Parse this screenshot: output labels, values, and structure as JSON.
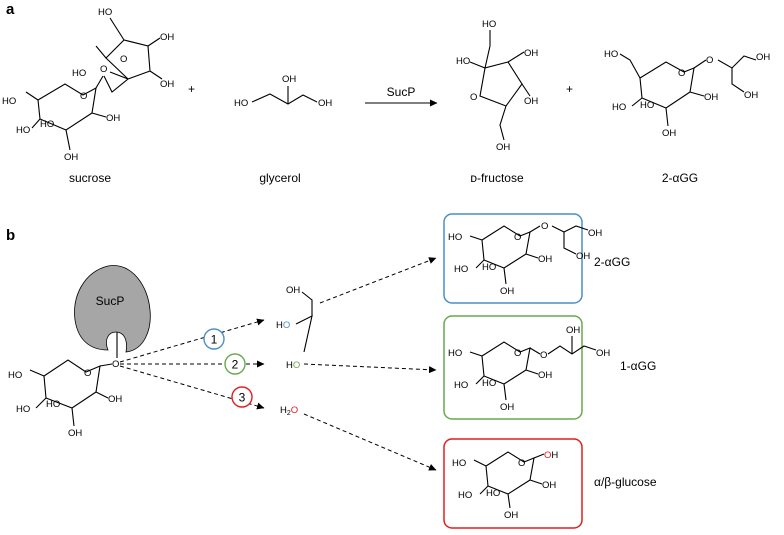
{
  "colors": {
    "blue": "#4a8fc9",
    "green": "#6aa84f",
    "red": "#e01e1e",
    "enzyme_fill": "#a6a6a6"
  },
  "panel_a": {
    "letter": "a",
    "plus": "+",
    "enzyme_label": "SucP",
    "compounds": {
      "sucrose": "sucrose",
      "glycerol": "glycerol",
      "fructose": "ᴅ-fructose",
      "product": "2-αGG"
    }
  },
  "panel_b": {
    "letter": "b",
    "enzyme_label": "SucP",
    "routes": [
      "1",
      "2",
      "3"
    ],
    "products": {
      "p1": "2-αGG",
      "p2": "1-αGG",
      "p3": "α/β-glucose"
    }
  },
  "atoms": {
    "ho": "HO",
    "oh": "OH",
    "o": "O",
    "h": "H",
    "water_h2": "H",
    "water_sub": "2",
    "water_o": "O"
  }
}
